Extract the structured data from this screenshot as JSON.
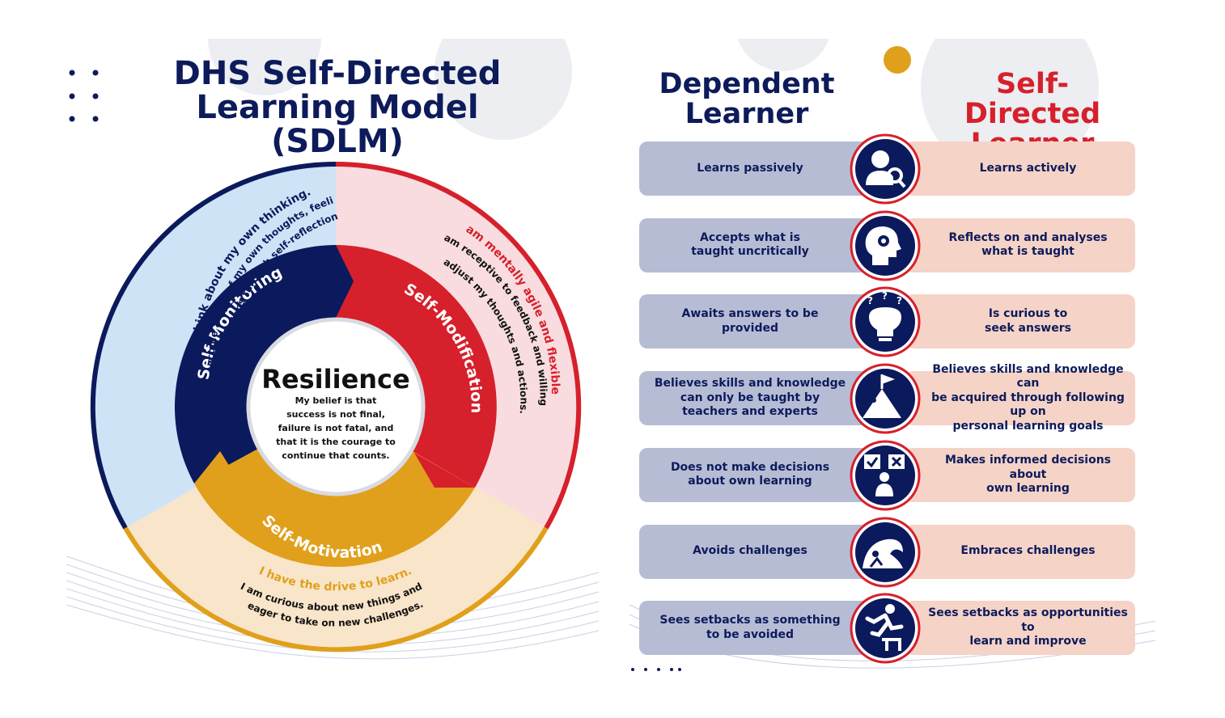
{
  "left": {
    "title_line1": "DHS Self-Directed",
    "title_line2": "Learning Model (SDLM)",
    "center_title": "Resilience",
    "center_quote": [
      "My belief is that",
      "success is not final,",
      "failure is not fatal, and",
      "that it is the courage to",
      "continue that counts."
    ],
    "segments": {
      "monitoring": "Self-Monitoring",
      "modification": "Self-Modification",
      "motivation": "Self-Motivation"
    },
    "outer_texts": {
      "monitoring_line1": "I think about my own thinking.",
      "monitoring_line2": "I become aware of my own thoughts, feelings",
      "monitoring_line3": "and actions through self-reflection.",
      "modification_line1": "I am mentally agile and flexible.",
      "modification_line2": "I am receptive to feedback and willing to",
      "modification_line3": "adjust my thoughts and actions.",
      "motivation_line1": "I have the drive to learn.",
      "motivation_line2": "I am curious about new things and",
      "motivation_line3": "eager to take on new challenges."
    },
    "colors": {
      "navy": "#0b1a5c",
      "red": "#d6202b",
      "gold": "#e0a01c",
      "light_blue": "#cfe3f7",
      "light_pink": "#f8dcdf",
      "light_peach": "#f9e5c9"
    }
  },
  "right": {
    "dependent_title_line1": "Dependent",
    "dependent_title_line2": "Learner",
    "selfdirected_title_line1": "Self-Directed",
    "selfdirected_title_line2": "Learner",
    "rows": [
      {
        "dependent": "Learns passively",
        "self_directed": "Learns actively",
        "icon": "person-magnifier-icon"
      },
      {
        "dependent": "Accepts what is\ntaught uncritically",
        "self_directed": "Reflects on and analyses\nwhat is taught",
        "icon": "head-gear-icon"
      },
      {
        "dependent": "Awaits answers to be\nprovided",
        "self_directed": "Is curious to\nseek answers",
        "icon": "lightbulb-question-icon"
      },
      {
        "dependent": "Believes skills and knowledge\ncan only be taught by\nteachers and experts",
        "self_directed": "Believes skills and knowledge can\nbe acquired through following up on\npersonal learning goals",
        "icon": "mountain-flag-icon"
      },
      {
        "dependent": "Does not make decisions\nabout own learning",
        "self_directed": "Makes informed decisions about\nown learning",
        "icon": "decision-person-icon"
      },
      {
        "dependent": "Avoids challenges",
        "self_directed": "Embraces challenges",
        "icon": "wave-surfer-icon"
      },
      {
        "dependent": "Sees setbacks as something\nto be avoided",
        "self_directed": "Sees setbacks as opportunities to\nlearn and improve",
        "icon": "hurdle-jumper-icon"
      }
    ],
    "colors": {
      "dependent_row": "#b7bcd5",
      "self_directed_row": "#f5d3c7",
      "icon_fill": "#0b1a5c",
      "icon_ring": "#d6202b"
    }
  }
}
